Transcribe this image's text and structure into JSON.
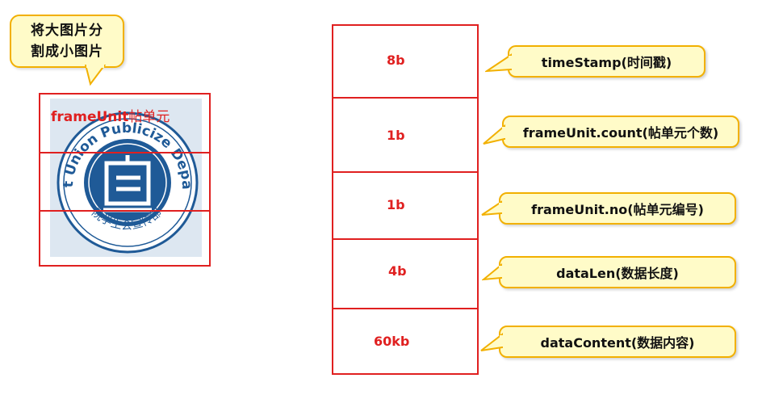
{
  "bubble_top_left": {
    "line1": "将大图片分",
    "line2": "割成小图片"
  },
  "logo": {
    "frame_unit_label": "frameUnit",
    "frame_unit_label_cn": "帖单元",
    "ring_text_top": "Student Union Publicize Department",
    "ring_text_bottom": "院学生会宣传部"
  },
  "table": {
    "rows": [
      {
        "size": "8b"
      },
      {
        "size": "1b"
      },
      {
        "size": "1b"
      },
      {
        "size": "4b"
      },
      {
        "size": "60kb"
      }
    ]
  },
  "callouts": [
    {
      "label": "timeStamp(时间戳)"
    },
    {
      "label": "frameUnit.count(帖单元个数)"
    },
    {
      "label": "frameUnit.no(帖单元编号)"
    },
    {
      "label": "dataLen(数据长度)"
    },
    {
      "label": "dataContent(数据内容)"
    }
  ],
  "colors": {
    "accent_red": "#e02020",
    "bubble_fill": "#fffbc8",
    "bubble_border": "#f2b000",
    "logo_blue": "#1f5a97"
  }
}
